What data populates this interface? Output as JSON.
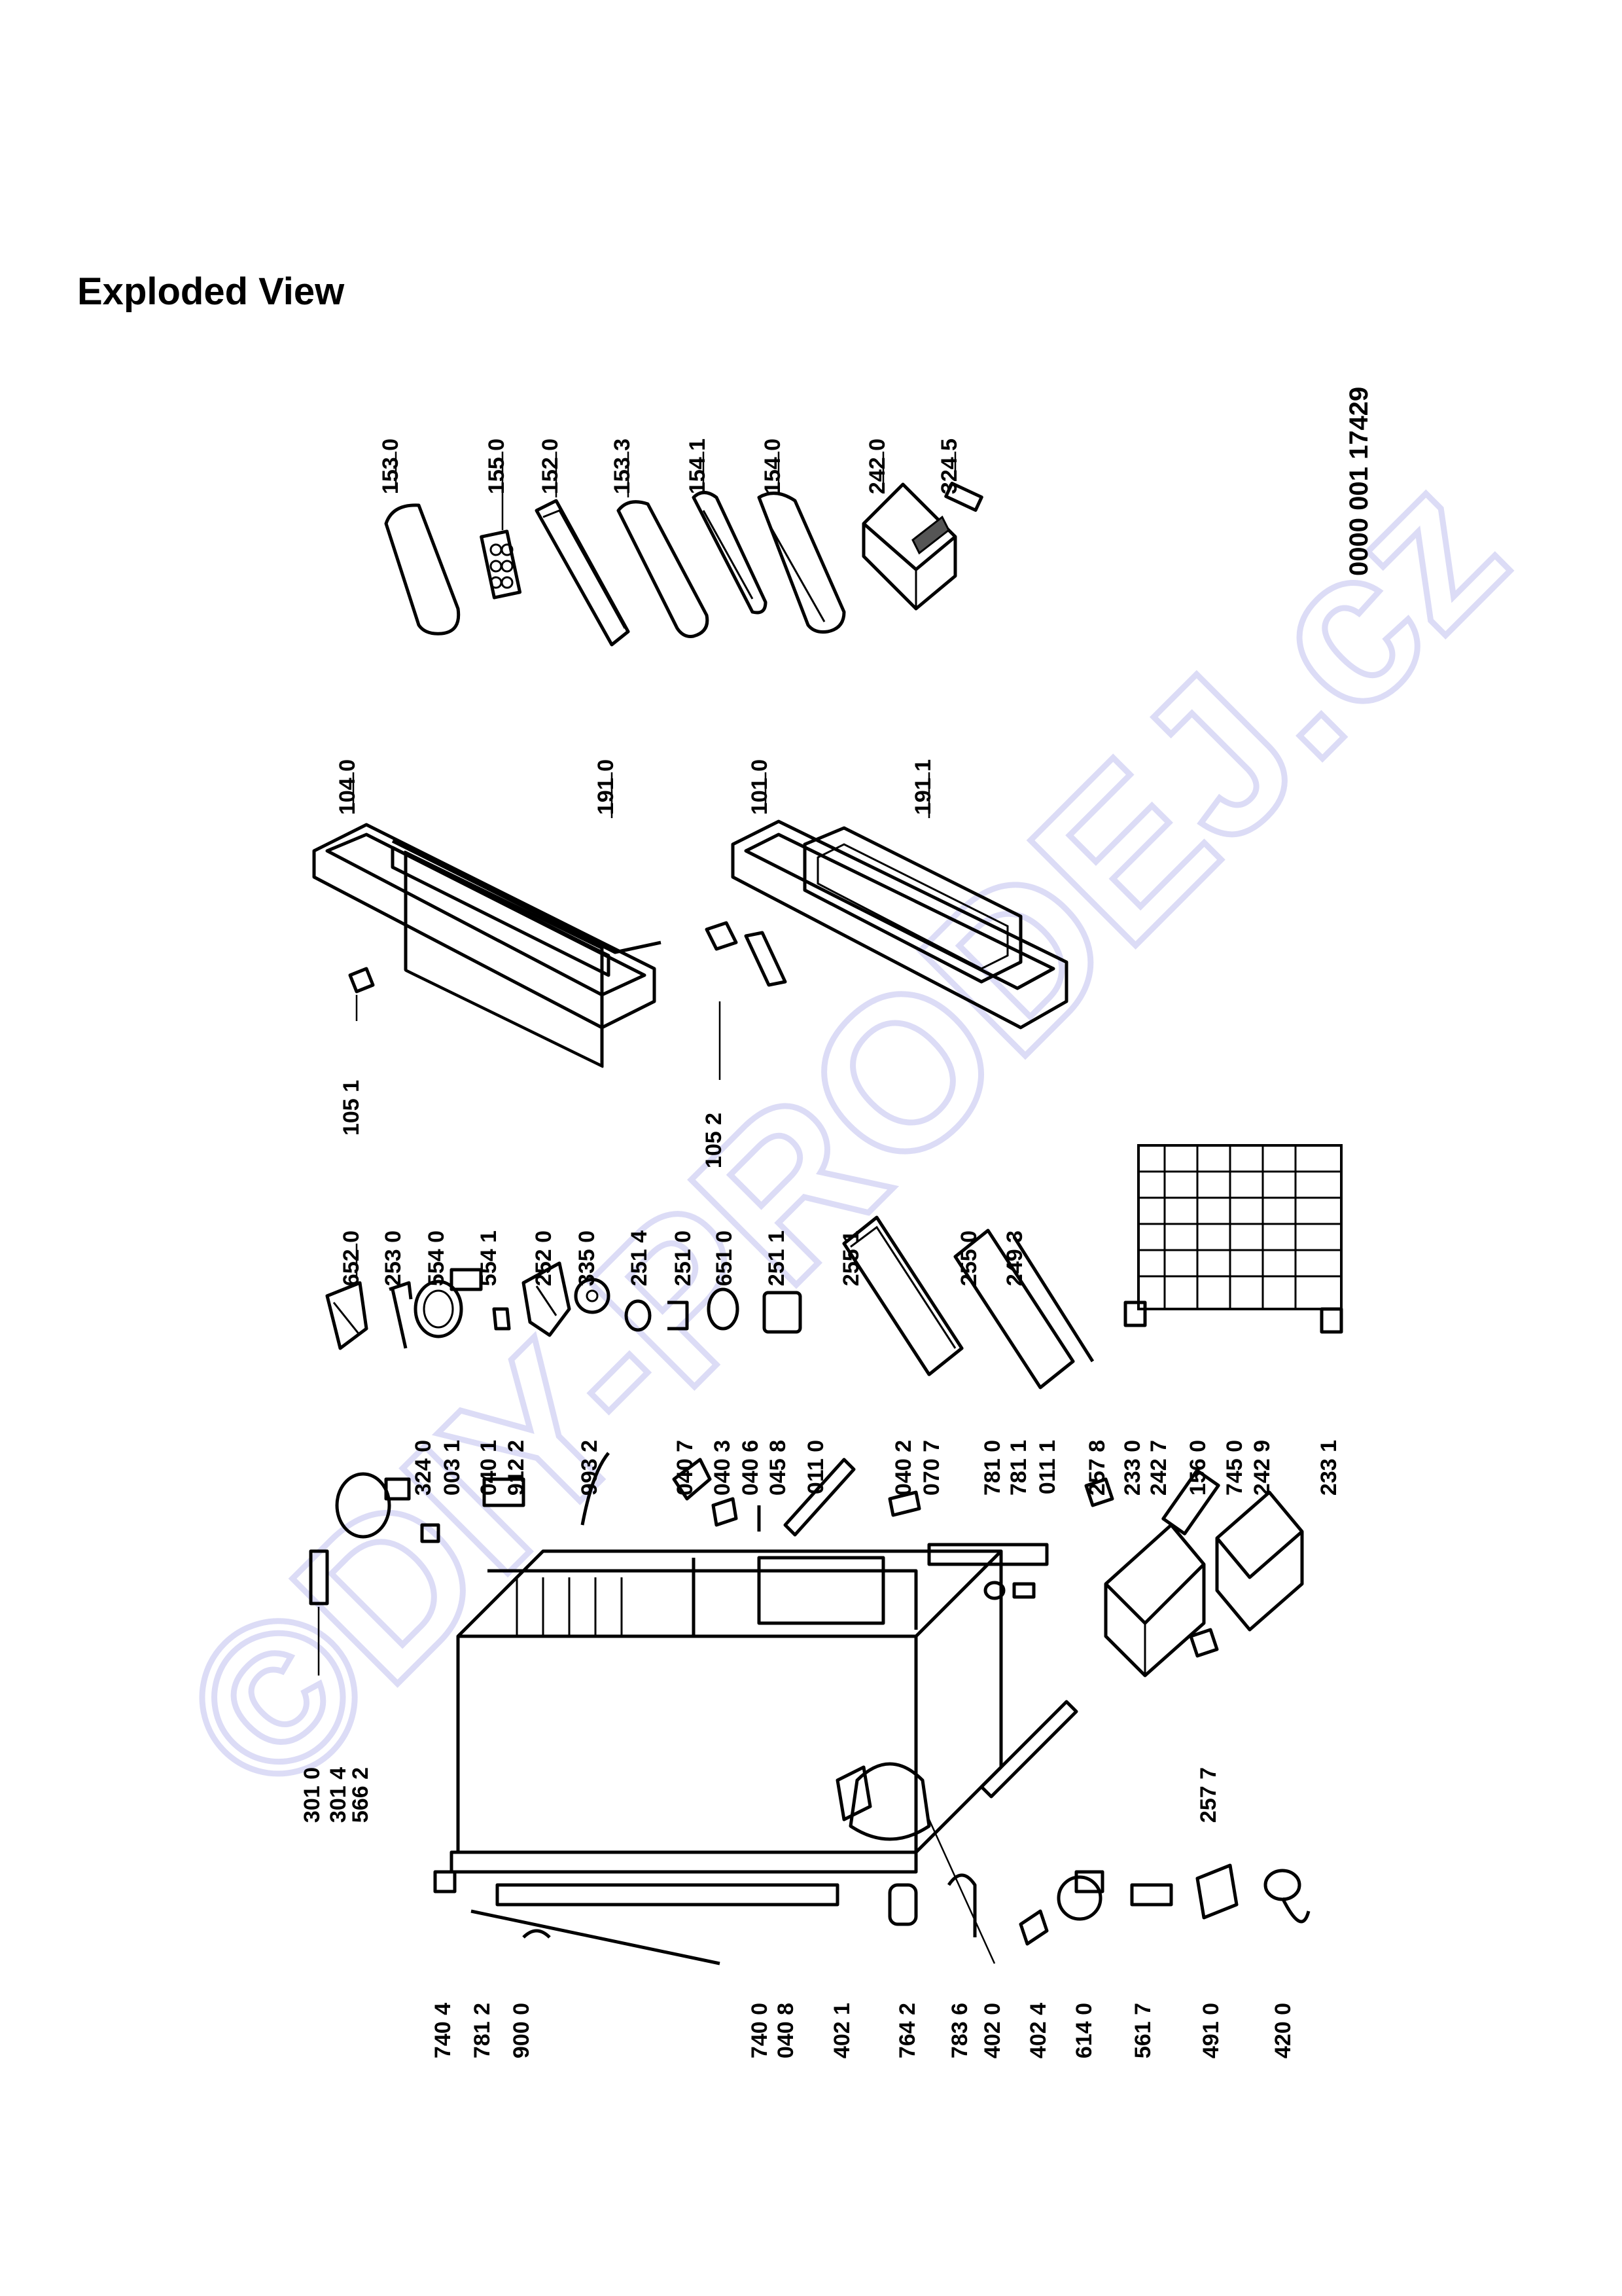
{
  "page": {
    "title": "Exploded View"
  },
  "watermark": {
    "text": "©DIY-PRODEJ.cz",
    "color": "#dcdcf6"
  },
  "document_number": "0000 001 17429",
  "parts": [
    {
      "id": "p1530",
      "label": "153 0",
      "icon": "door-shelf-cover"
    },
    {
      "id": "p1550",
      "label": "155 0",
      "icon": "egg-tray"
    },
    {
      "id": "p1520",
      "label": "152 0",
      "icon": "door-balcony"
    },
    {
      "id": "p1533",
      "label": "153 3",
      "icon": "door-balcony"
    },
    {
      "id": "p1541",
      "label": "154 1",
      "icon": "bottle-retainer"
    },
    {
      "id": "p1540",
      "label": "154 0",
      "icon": "bottle-balcony"
    },
    {
      "id": "p2420",
      "label": "242 0",
      "icon": "crisper-box"
    },
    {
      "id": "p3245",
      "label": "324 5",
      "icon": "small-clip"
    },
    {
      "id": "p1040",
      "label": "104 0",
      "icon": "upper-door"
    },
    {
      "id": "p1910",
      "label": "191 0",
      "icon": "door-gasket"
    },
    {
      "id": "p1010",
      "label": "101 0",
      "icon": "lower-door"
    },
    {
      "id": "p1911",
      "label": "191 1",
      "icon": "door-gasket"
    },
    {
      "id": "p1051",
      "label": "105 1",
      "icon": "hinge-cap"
    },
    {
      "id": "p1052",
      "label": "105 2",
      "icon": "hinge-cap"
    },
    {
      "id": "p6520",
      "label": "652 0",
      "icon": "thermostat"
    },
    {
      "id": "p2530",
      "label": "253 0",
      "icon": "rod"
    },
    {
      "id": "p5540",
      "label": "554 0",
      "icon": "lamp-holder"
    },
    {
      "id": "p5541",
      "label": "554 1",
      "icon": "clip"
    },
    {
      "id": "p2520",
      "label": "252 0",
      "icon": "control-housing"
    },
    {
      "id": "p3350",
      "label": "335 0",
      "icon": "knob"
    },
    {
      "id": "p2514",
      "label": "251 4",
      "icon": "ring"
    },
    {
      "id": "p2510",
      "label": "251 0",
      "icon": "bracket"
    },
    {
      "id": "p6510",
      "label": "651 0",
      "icon": "lamp"
    },
    {
      "id": "p2511",
      "label": "251 1",
      "icon": "cover-block"
    },
    {
      "id": "p2551",
      "label": "255 1",
      "icon": "glass-shelf"
    },
    {
      "id": "p2550",
      "label": "255 0",
      "icon": "glass-shelf"
    },
    {
      "id": "p2493",
      "label": "249 3",
      "icon": "shelf-trim"
    },
    {
      "id": "p3010",
      "label": "301 0",
      "icon": "hinge-bracket"
    },
    {
      "id": "p3014",
      "label": "301 4",
      "icon": "rod"
    },
    {
      "id": "p5662",
      "label": "566 2",
      "icon": "fan-ring"
    },
    {
      "id": "p3240",
      "label": "324 0",
      "icon": "small-clip"
    },
    {
      "id": "p0031",
      "label": "003 1",
      "icon": "cabinet"
    },
    {
      "id": "p0401",
      "label": "040 1",
      "icon": "hinge-plate"
    },
    {
      "id": "p9122",
      "label": "912 2",
      "icon": "screw"
    },
    {
      "id": "p9932",
      "label": "993 2",
      "icon": "sensor-lead"
    },
    {
      "id": "p0407",
      "label": "040 7",
      "icon": "hinge"
    },
    {
      "id": "p0403",
      "label": "040 3",
      "icon": "hinge"
    },
    {
      "id": "p0406",
      "label": "040 6",
      "icon": "spacer"
    },
    {
      "id": "p0458",
      "label": "045 8",
      "icon": "pin"
    },
    {
      "id": "p0110",
      "label": "011 0",
      "icon": "rail"
    },
    {
      "id": "p0402",
      "label": "040 2",
      "icon": "hinge"
    },
    {
      "id": "p0707",
      "label": "070 7",
      "icon": "kick-plate"
    },
    {
      "id": "p7810",
      "label": "781 0",
      "icon": "foot"
    },
    {
      "id": "p7811",
      "label": "781 1",
      "icon": "foot"
    },
    {
      "id": "p0111",
      "label": "011 1",
      "icon": "rail"
    },
    {
      "id": "p2578",
      "label": "257 8",
      "icon": "guide"
    },
    {
      "id": "p2330",
      "label": "233 0",
      "icon": "plug"
    },
    {
      "id": "p2427",
      "label": "242 7",
      "icon": "drawer"
    },
    {
      "id": "p1560",
      "label": "156 0",
      "icon": "ice-tray"
    },
    {
      "id": "p7450",
      "label": "745 0",
      "icon": "condenser"
    },
    {
      "id": "p2429",
      "label": "242 9",
      "icon": "drawer"
    },
    {
      "id": "p2331",
      "label": "233 1",
      "icon": "plug"
    },
    {
      "id": "p2577",
      "label": "257 7",
      "icon": "guide"
    },
    {
      "id": "p7404",
      "label": "740 4",
      "icon": "foot"
    },
    {
      "id": "p7812",
      "label": "781 2",
      "icon": "rod"
    },
    {
      "id": "p9000",
      "label": "900 0",
      "icon": "cable"
    },
    {
      "id": "p7400",
      "label": "740 0",
      "icon": "base-grille"
    },
    {
      "id": "p0408",
      "label": "040 8",
      "icon": "hinge"
    },
    {
      "id": "p4021",
      "label": "402 1",
      "icon": "compressor-bracket"
    },
    {
      "id": "p7642",
      "label": "764 2",
      "icon": "filter-drier"
    },
    {
      "id": "p7836",
      "label": "783 6",
      "icon": "tube"
    },
    {
      "id": "p4020",
      "label": "402 0",
      "icon": "compressor"
    },
    {
      "id": "p4024",
      "label": "402 4",
      "icon": "grommet"
    },
    {
      "id": "p6140",
      "label": "614 0",
      "icon": "relay"
    },
    {
      "id": "p5617",
      "label": "561 7",
      "icon": "terminal"
    },
    {
      "id": "p4910",
      "label": "491 0",
      "icon": "cover"
    },
    {
      "id": "p4200",
      "label": "420 0",
      "icon": "capacitor"
    }
  ]
}
